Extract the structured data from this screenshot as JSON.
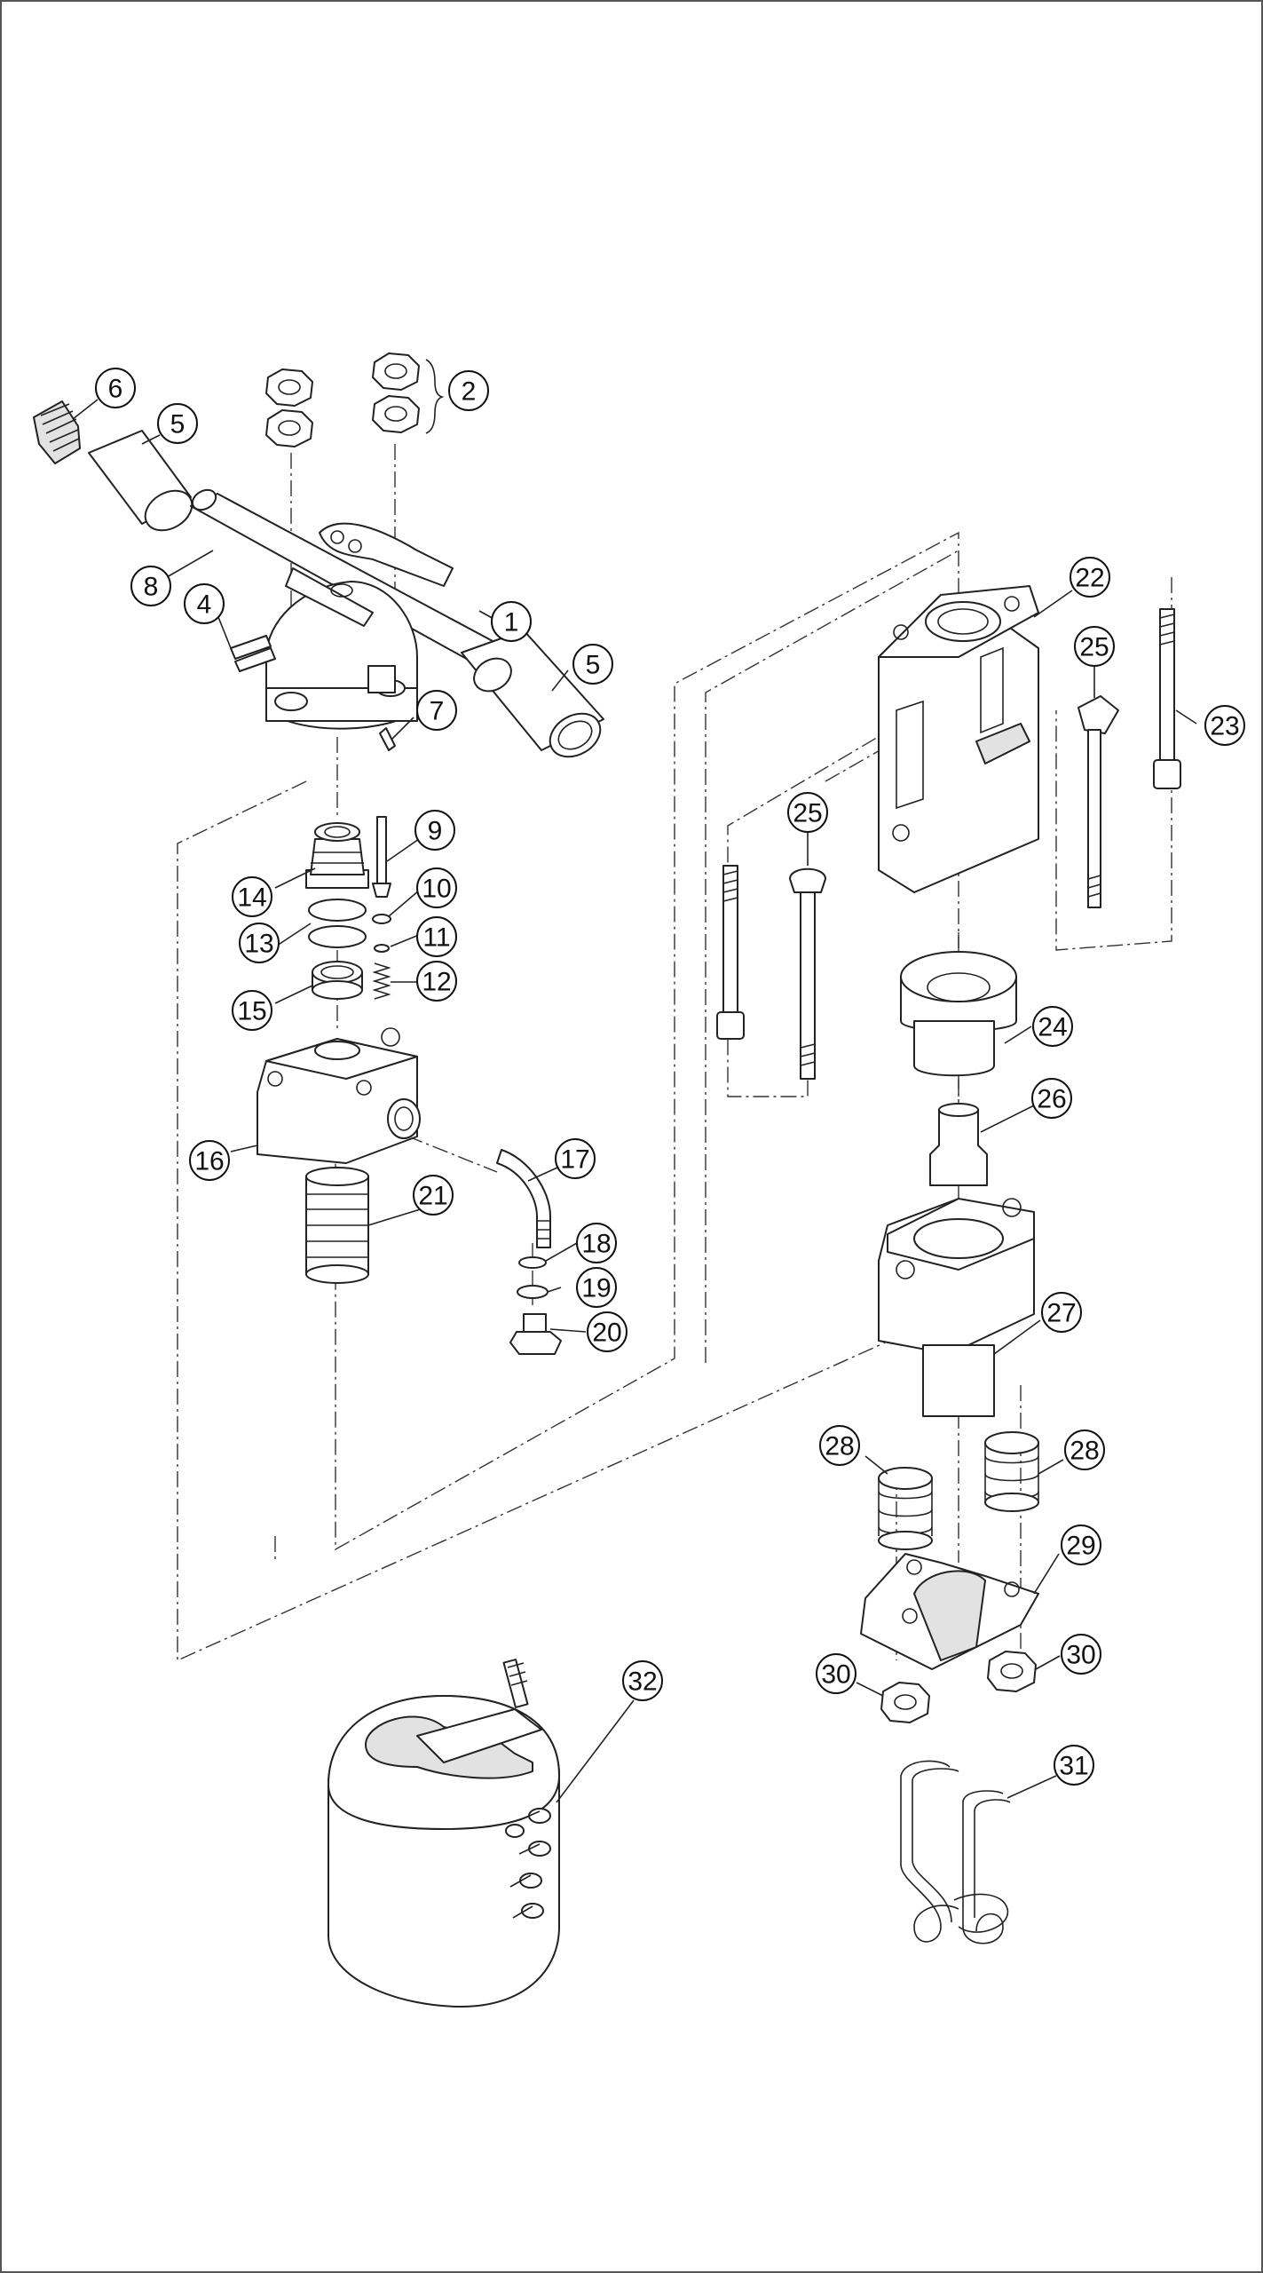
{
  "callouts": [
    {
      "id": "c1",
      "label": "1"
    },
    {
      "id": "c2",
      "label": "2"
    },
    {
      "id": "c4",
      "label": "4"
    },
    {
      "id": "c5a",
      "label": "5"
    },
    {
      "id": "c5b",
      "label": "5"
    },
    {
      "id": "c6",
      "label": "6"
    },
    {
      "id": "c7",
      "label": "7"
    },
    {
      "id": "c8",
      "label": "8"
    },
    {
      "id": "c9",
      "label": "9"
    },
    {
      "id": "c10",
      "label": "10"
    },
    {
      "id": "c11",
      "label": "11"
    },
    {
      "id": "c12",
      "label": "12"
    },
    {
      "id": "c13",
      "label": "13"
    },
    {
      "id": "c14",
      "label": "14"
    },
    {
      "id": "c15",
      "label": "15"
    },
    {
      "id": "c16",
      "label": "16"
    },
    {
      "id": "c17",
      "label": "17"
    },
    {
      "id": "c18",
      "label": "18"
    },
    {
      "id": "c19",
      "label": "19"
    },
    {
      "id": "c20",
      "label": "20"
    },
    {
      "id": "c21",
      "label": "21"
    },
    {
      "id": "c22",
      "label": "22"
    },
    {
      "id": "c23",
      "label": "23"
    },
    {
      "id": "c24",
      "label": "24"
    },
    {
      "id": "c25a",
      "label": "25"
    },
    {
      "id": "c25b",
      "label": "25"
    },
    {
      "id": "c26",
      "label": "26"
    },
    {
      "id": "c27",
      "label": "27"
    },
    {
      "id": "c28a",
      "label": "28"
    },
    {
      "id": "c28b",
      "label": "28"
    },
    {
      "id": "c29",
      "label": "29"
    },
    {
      "id": "c30a",
      "label": "30"
    },
    {
      "id": "c30b",
      "label": "30"
    },
    {
      "id": "c31",
      "label": "31"
    },
    {
      "id": "c32",
      "label": "32"
    }
  ]
}
